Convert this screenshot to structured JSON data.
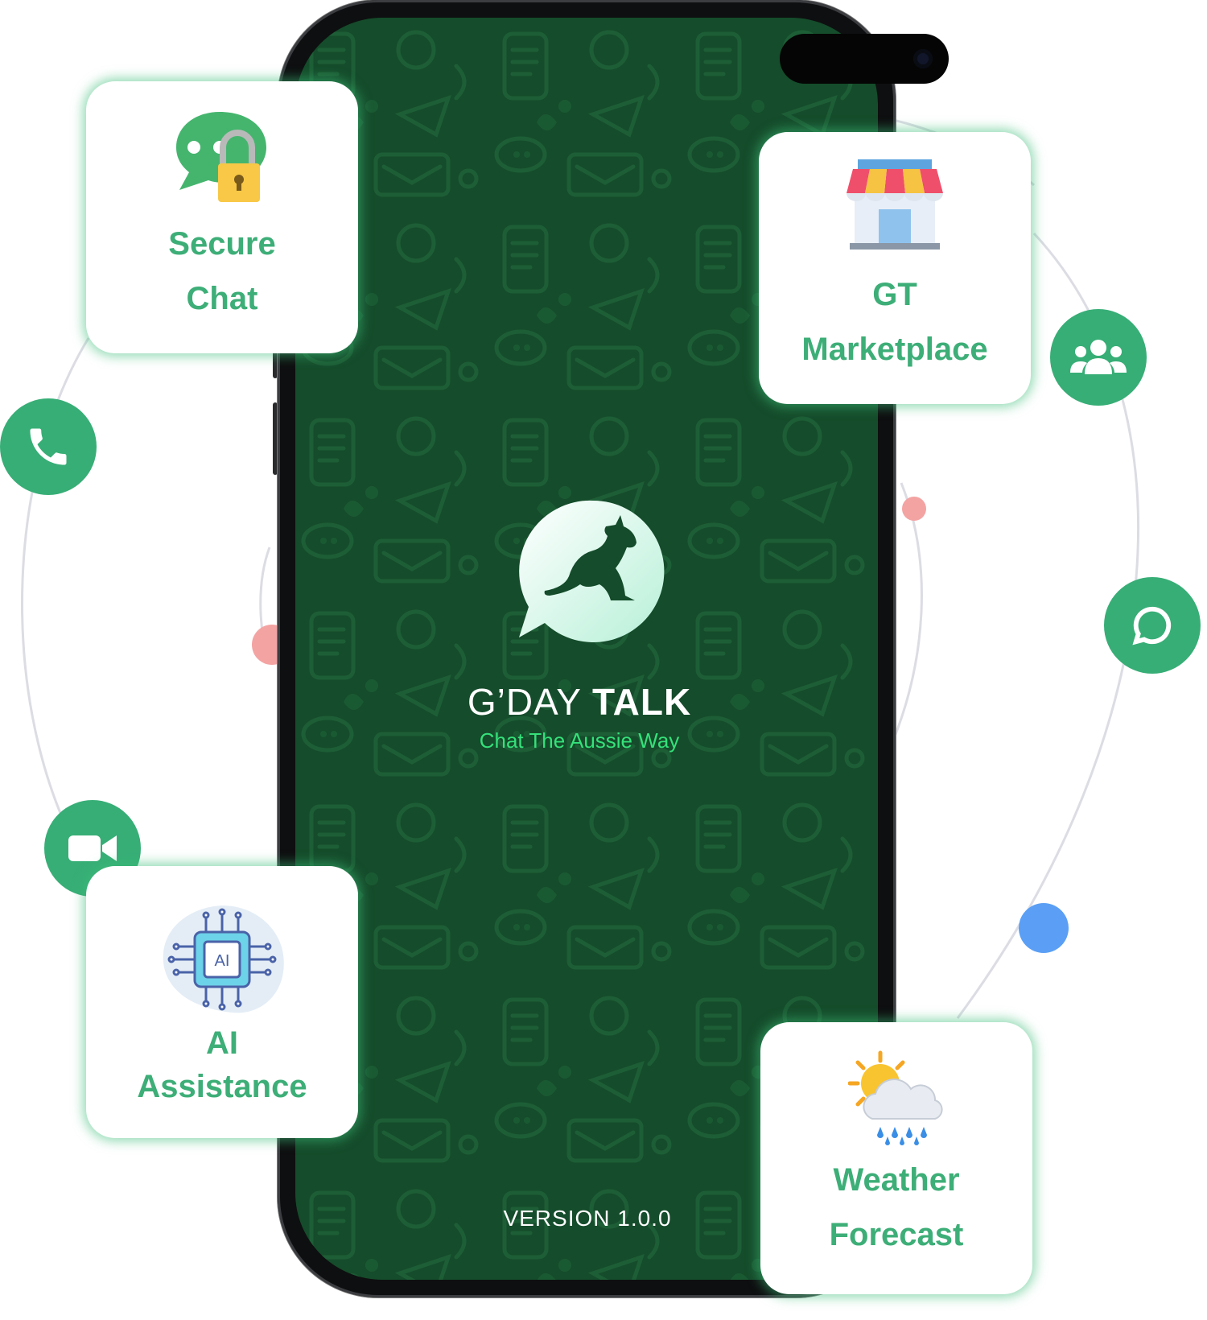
{
  "app": {
    "title_light": "G’DAY",
    "title_bold": "TALK",
    "tagline": "Chat The Aussie Way",
    "version": "VERSION 1.0.0"
  },
  "features": [
    {
      "line1": "Secure",
      "line2": "Chat",
      "icon": "chat-lock-icon"
    },
    {
      "line1": "GT",
      "line2": "Marketplace",
      "icon": "storefront-icon"
    },
    {
      "line1": "AI",
      "line2": "Assistance",
      "icon": "ai-chip-icon"
    },
    {
      "line1": "Weather",
      "line2": "Forecast",
      "icon": "sun-cloud-rain-icon"
    }
  ],
  "orbit_icons": [
    "phone-icon",
    "users-icon",
    "chat-bubble-icon",
    "video-camera-icon"
  ],
  "colors": {
    "brand_green": "#37ae76",
    "screen_green": "#154c2b",
    "tagline_green": "#35e17a",
    "accent_pink": "#f4a3a3",
    "accent_blue": "#5a9ff5"
  }
}
